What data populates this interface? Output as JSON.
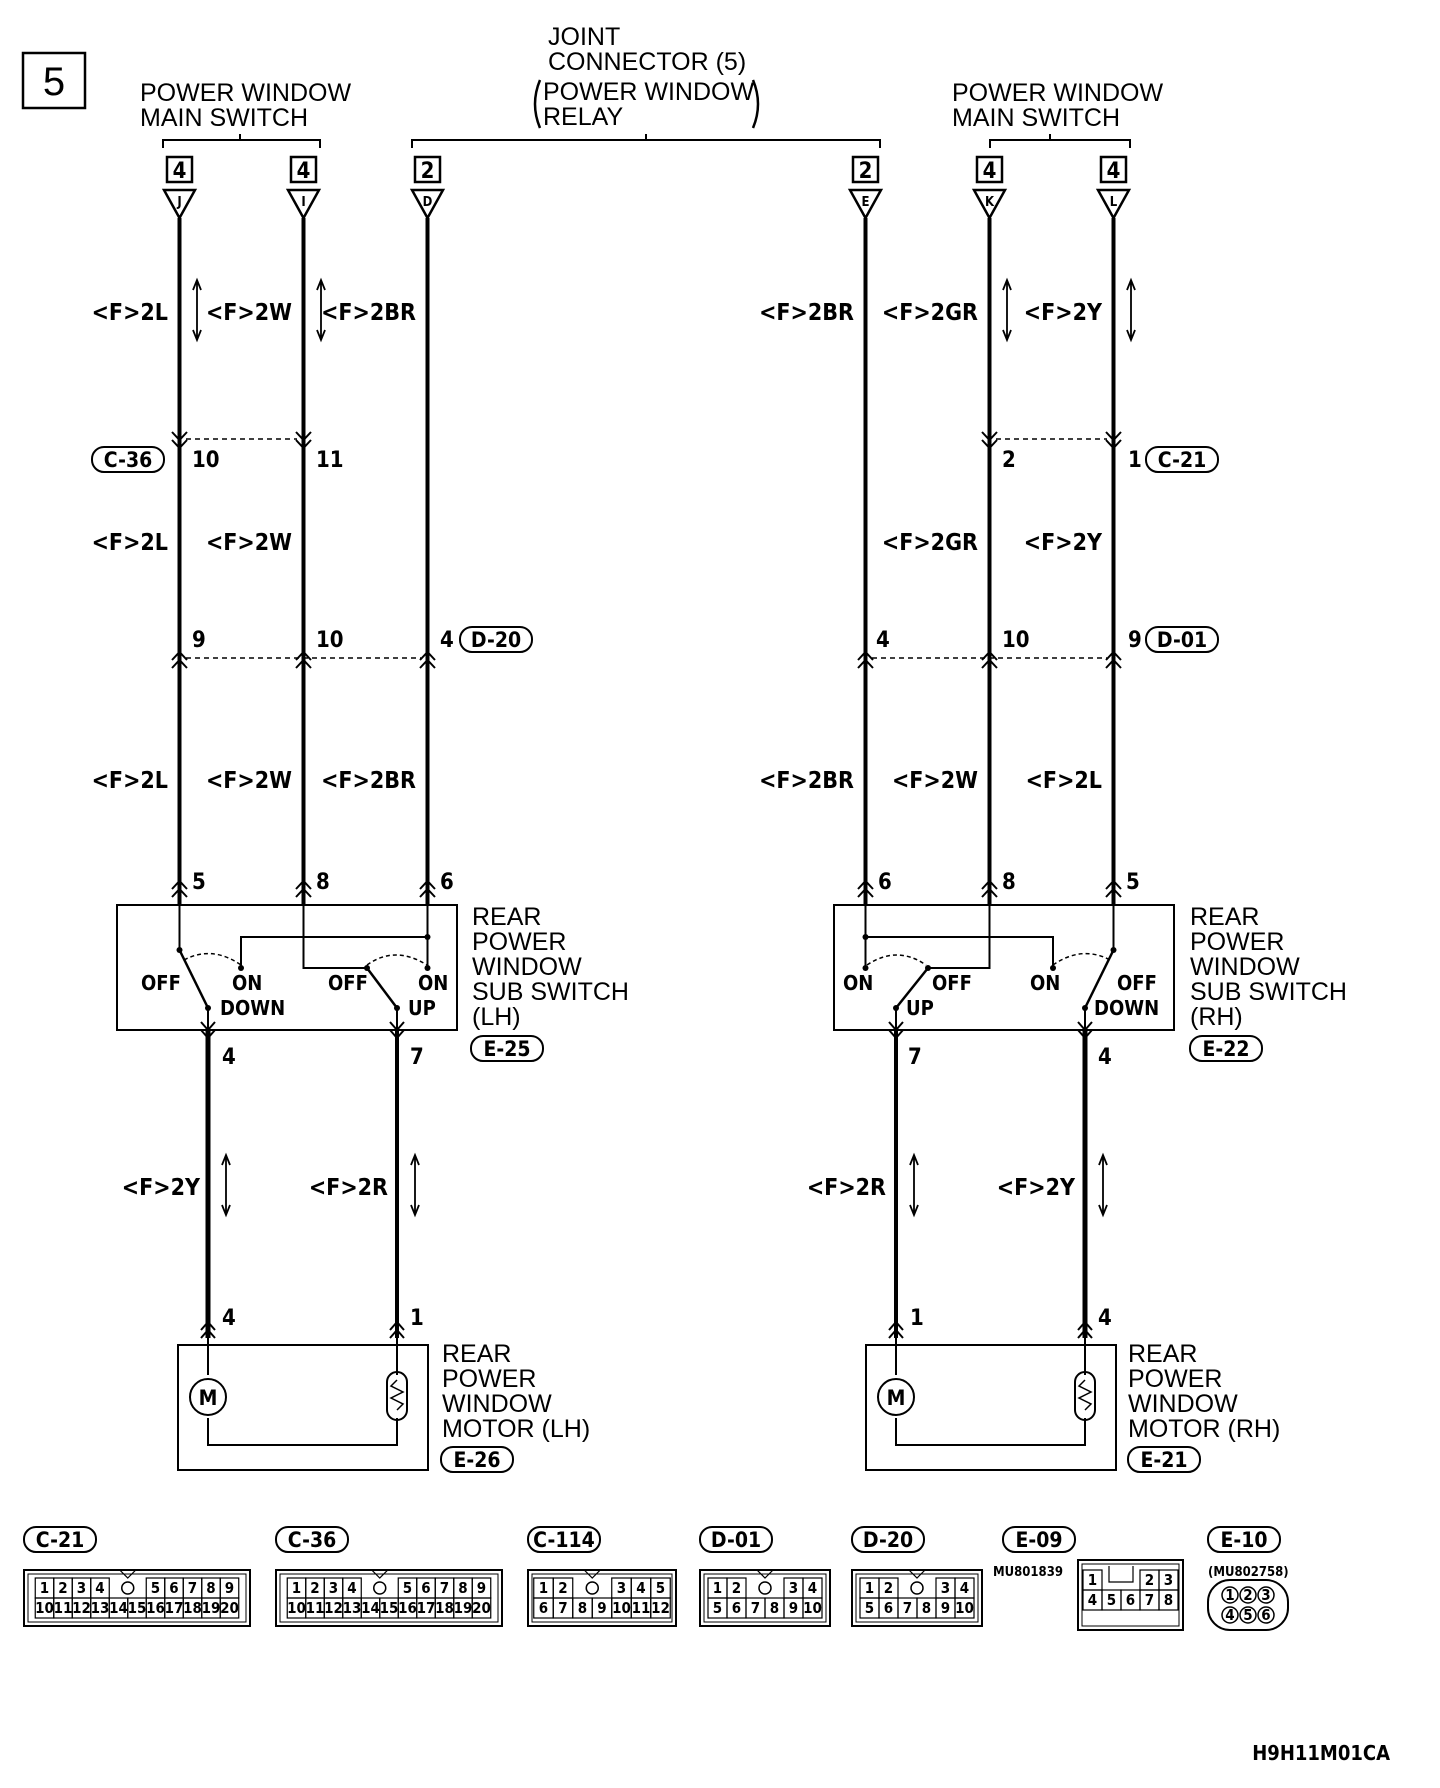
{
  "page_number": "5",
  "diagram_code": "H9H11M01CA",
  "top_labels": {
    "left_main_switch": [
      "POWER WINDOW",
      "MAIN SWITCH"
    ],
    "joint_connector": [
      "JOINT",
      "CONNECTOR (5)",
      "POWER WINDOW",
      "RELAY"
    ],
    "right_main_switch": [
      "POWER WINDOW",
      "MAIN SWITCH"
    ]
  },
  "top_terminals": [
    {
      "num": "4",
      "letter": "J"
    },
    {
      "num": "4",
      "letter": "I"
    },
    {
      "num": "2",
      "letter": "D"
    },
    {
      "num": "2",
      "letter": "E"
    },
    {
      "num": "4",
      "letter": "K"
    },
    {
      "num": "4",
      "letter": "L"
    }
  ],
  "wire_labels": {
    "row1": [
      "<F>2L",
      "<F>2W",
      "<F>2BR",
      "<F>2BR",
      "<F>2GR",
      "<F>2Y"
    ],
    "row2": [
      "<F>2L",
      "<F>2W",
      "<F>2GR",
      "<F>2Y"
    ],
    "row3": [
      "<F>2L",
      "<F>2W",
      "<F>2BR",
      "<F>2BR",
      "<F>2W",
      "<F>2L"
    ],
    "row4": [
      "<F>2Y",
      "<F>2R",
      "<F>2R",
      "<F>2Y"
    ]
  },
  "connectors": {
    "c36": {
      "name": "C-36",
      "pins": [
        "10",
        "11"
      ]
    },
    "c21": {
      "name": "C-21",
      "pins": [
        "2",
        "1"
      ]
    },
    "d20": {
      "name": "D-20",
      "pins": [
        "9",
        "10",
        "4"
      ]
    },
    "d01": {
      "name": "D-01",
      "pins": [
        "4",
        "10",
        "9"
      ]
    }
  },
  "left_sub_switch": {
    "name": [
      "REAR",
      "POWER",
      "WINDOW",
      "SUB SWITCH",
      "(LH)"
    ],
    "connector": "E-25",
    "pins_top": [
      "5",
      "8",
      "6"
    ],
    "pins_bottom": [
      "4",
      "7"
    ],
    "labels": [
      "OFF",
      "ON",
      "DOWN",
      "OFF",
      "UP",
      "ON"
    ]
  },
  "right_sub_switch": {
    "name": [
      "REAR",
      "POWER",
      "WINDOW",
      "SUB SWITCH",
      "(RH)"
    ],
    "connector": "E-22",
    "pins_top": [
      "6",
      "8",
      "5"
    ],
    "pins_bottom": [
      "7",
      "4"
    ],
    "labels": [
      "ON",
      "OFF",
      "UP",
      "ON",
      "OFF",
      "DOWN"
    ]
  },
  "left_motor": {
    "name": [
      "REAR",
      "POWER",
      "WINDOW",
      "MOTOR (LH)"
    ],
    "connector": "E-26",
    "pins": [
      "4",
      "1"
    ],
    "symbol": "M"
  },
  "right_motor": {
    "name": [
      "REAR",
      "POWER",
      "WINDOW",
      "MOTOR (RH)"
    ],
    "connector": "E-21",
    "pins": [
      "1",
      "4"
    ],
    "symbol": "M"
  },
  "connector_legend": [
    {
      "name": "C-21",
      "top": [
        "1",
        "2",
        "3",
        "4",
        "5",
        "6",
        "7",
        "8",
        "9"
      ],
      "bottom": [
        "10",
        "11",
        "12",
        "13",
        "14",
        "15",
        "16",
        "17",
        "18",
        "19",
        "20"
      ]
    },
    {
      "name": "C-36",
      "top": [
        "1",
        "2",
        "3",
        "4",
        "5",
        "6",
        "7",
        "8",
        "9"
      ],
      "bottom": [
        "10",
        "11",
        "12",
        "13",
        "14",
        "15",
        "16",
        "17",
        "18",
        "19",
        "20"
      ]
    },
    {
      "name": "C-114",
      "top": [
        "1",
        "2",
        "3",
        "4",
        "5"
      ],
      "bottom": [
        "6",
        "7",
        "8",
        "9",
        "10",
        "11",
        "12"
      ]
    },
    {
      "name": "D-01",
      "top": [
        "1",
        "2",
        "3",
        "4"
      ],
      "bottom": [
        "5",
        "6",
        "7",
        "8",
        "9",
        "10"
      ]
    },
    {
      "name": "D-20",
      "top": [
        "1",
        "2",
        "3",
        "4"
      ],
      "bottom": [
        "5",
        "6",
        "7",
        "8",
        "9",
        "10"
      ]
    },
    {
      "name": "E-09",
      "part": "MU801839",
      "top": [
        "1",
        "2",
        "3"
      ],
      "bottom": [
        "4",
        "5",
        "6",
        "7",
        "8"
      ]
    },
    {
      "name": "E-10",
      "part": "(MU802758)",
      "top": [
        "1",
        "2",
        "3"
      ],
      "bottom": [
        "4",
        "5",
        "6"
      ]
    }
  ]
}
